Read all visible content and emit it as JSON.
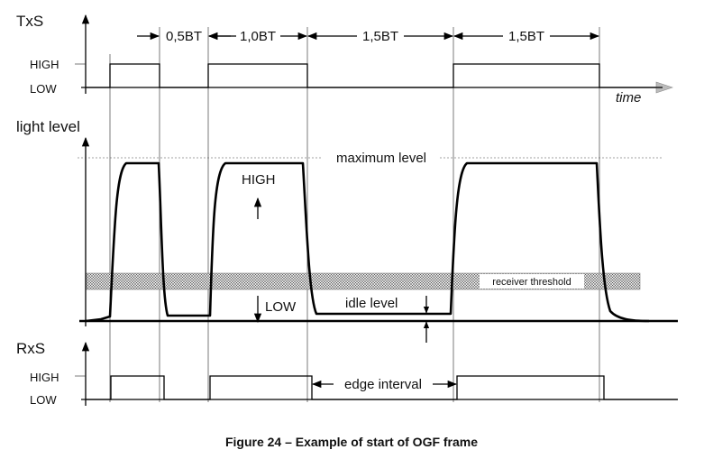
{
  "txs": {
    "label": "TxS",
    "high_label": "HIGH",
    "low_label": "LOW",
    "time_label": "time",
    "intervals": [
      "0,5BT",
      "1,0BT",
      "1,5BT",
      "1,5BT"
    ]
  },
  "light": {
    "label": "light level",
    "max_label": "maximum level",
    "high_label": "HIGH",
    "low_label": "LOW",
    "threshold_label": "receiver threshold",
    "idle_label": "idle level"
  },
  "rxs": {
    "label": "RxS",
    "high_label": "HIGH",
    "low_label": "LOW",
    "edge_label": "edge interval"
  },
  "caption": "Figure 24 – Example of start of OGF frame"
}
